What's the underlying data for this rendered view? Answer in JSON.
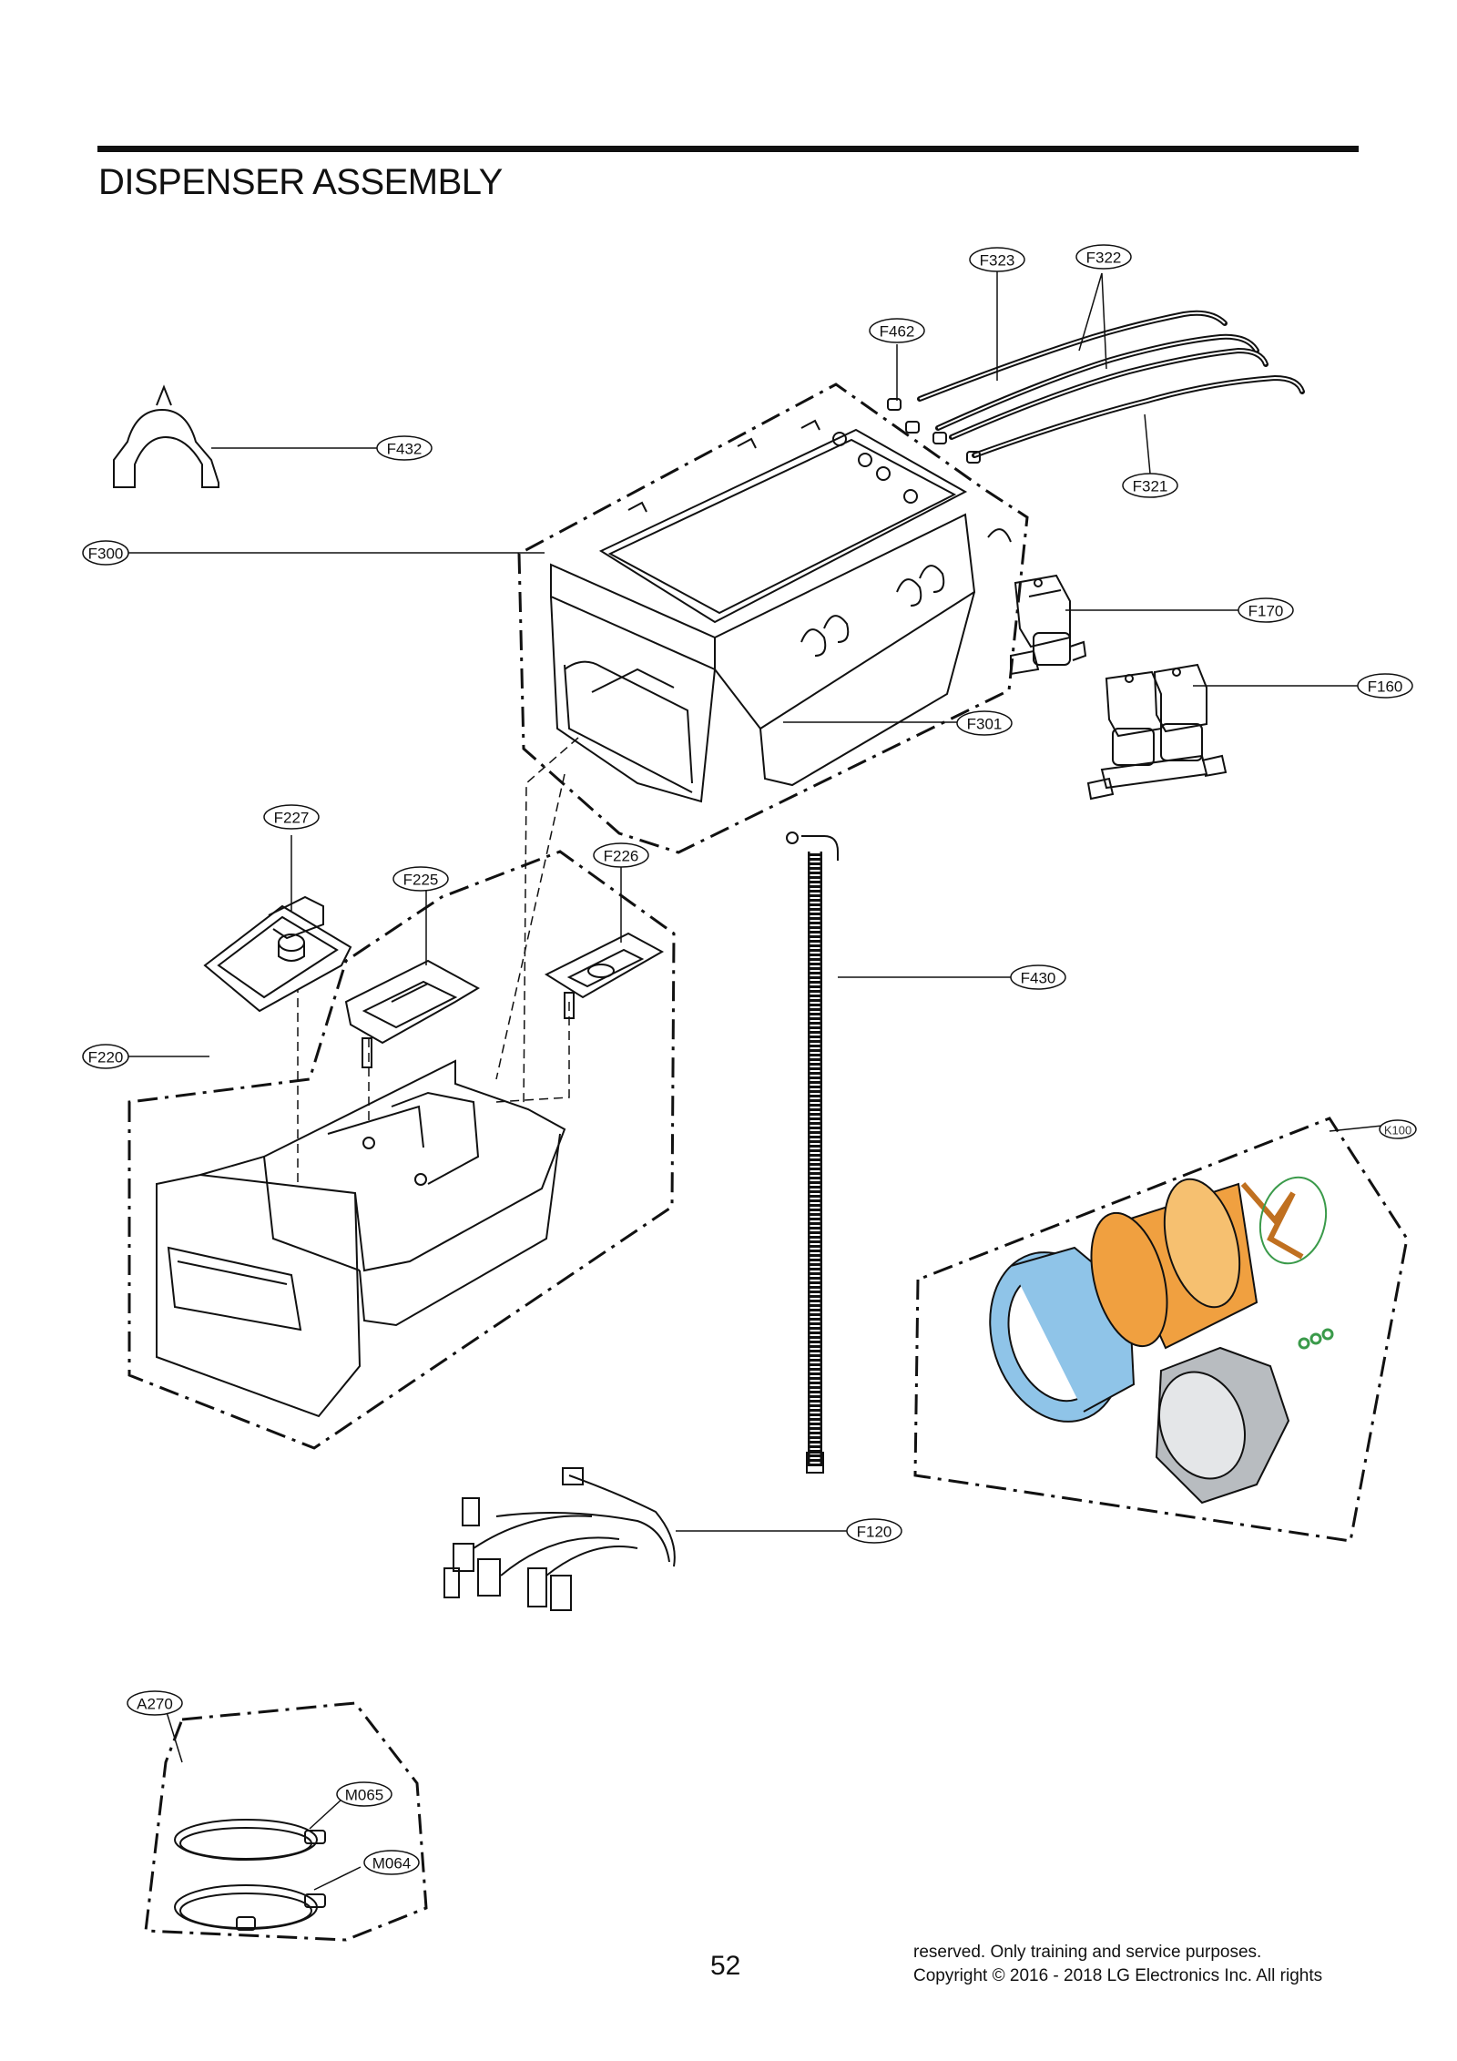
{
  "page": {
    "title": "DISPENSER ASSEMBLY",
    "page_number": "52",
    "copyright_line1": "reserved. Only training and service purposes.",
    "copyright_line2": "Copyright © 2016 - 2018 LG Electronics Inc. All rights"
  },
  "callouts": {
    "F323": "F323",
    "F322": "F322",
    "F462": "F462",
    "F432": "F432",
    "F300": "F300",
    "F321": "F321",
    "F170": "F170",
    "F160": "F160",
    "F301": "F301",
    "F227": "F227",
    "F226": "F226",
    "F225": "F225",
    "F430": "F430",
    "F220": "F220",
    "K100": "K100",
    "F120": "F120",
    "A270": "A270",
    "M065": "M065",
    "M064": "M064"
  },
  "colors": {
    "ink": "#111111",
    "tub_orange": "#f0a040",
    "tub_blue": "#8fc4e8",
    "gasket_green": "#3a9a4a",
    "steel_grey": "#b8bcc0"
  }
}
